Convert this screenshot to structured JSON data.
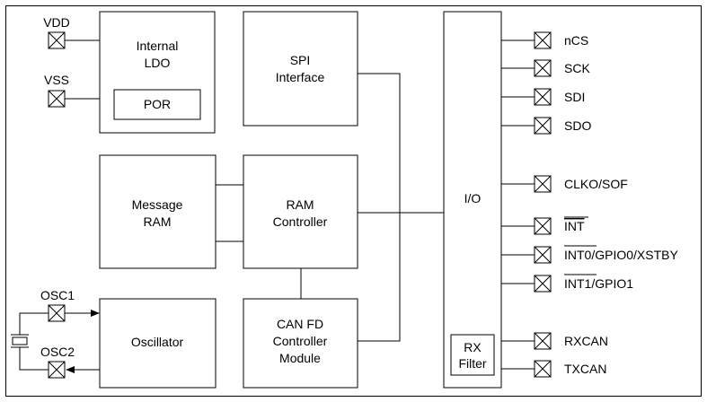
{
  "blocks": {
    "ldo": {
      "line1": "Internal",
      "line2": "LDO"
    },
    "por": "POR",
    "spi": {
      "line1": "SPI",
      "line2": "Interface"
    },
    "message_ram": {
      "line1": "Message",
      "line2": "RAM"
    },
    "ram_controller": {
      "line1": "RAM",
      "line2": "Controller"
    },
    "oscillator": "Oscillator",
    "can_fd": {
      "line1": "CAN FD",
      "line2": "Controller",
      "line3": "Module"
    },
    "io": "I/O",
    "rx_filter": {
      "line1": "RX",
      "line2": "Filter"
    }
  },
  "pins_left": {
    "vdd": "VDD",
    "vss": "VSS",
    "osc1": "OSC1",
    "osc2": "OSC2"
  },
  "pins_right": {
    "ncs": "nCS",
    "sck": "SCK",
    "sdi": "SDI",
    "sdo": "SDO",
    "clko": "CLKO/SOF",
    "int": "INT",
    "int0_overline": "INT0",
    "int0_rest": "/GPIO0/XSTBY",
    "int1_overline": "INT1",
    "int1_rest": "/GPIO1",
    "rxcan": "RXCAN",
    "txcan": "TXCAN"
  }
}
